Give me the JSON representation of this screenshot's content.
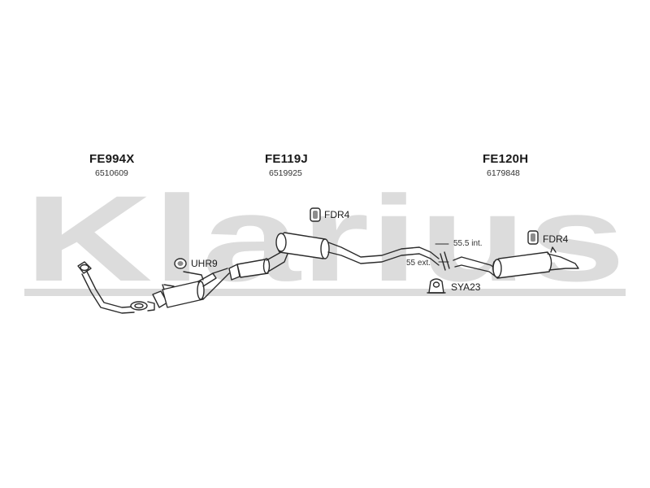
{
  "watermark": {
    "text": "Klarius",
    "color": "#d9d9d9"
  },
  "colors": {
    "line": "#2b2b2b",
    "fill": "#ffffff",
    "shade": "#8c8c8c"
  },
  "sections": [
    {
      "code": "FE994X",
      "oe": "6510609"
    },
    {
      "code": "FE119J",
      "oe": "6519925"
    },
    {
      "code": "FE120H",
      "oe": "6179848"
    }
  ],
  "accessories": [
    {
      "code": "FDR4",
      "icon": "rubber-hanger-icon"
    },
    {
      "code": "UHR9",
      "icon": "rubber-ring-icon"
    },
    {
      "code": "FDR4",
      "icon": "rubber-hanger-icon"
    },
    {
      "code": "SYA23",
      "icon": "clamp-icon"
    }
  ],
  "dimensions": {
    "internal": "55.5 int.",
    "external": "55 ext."
  }
}
